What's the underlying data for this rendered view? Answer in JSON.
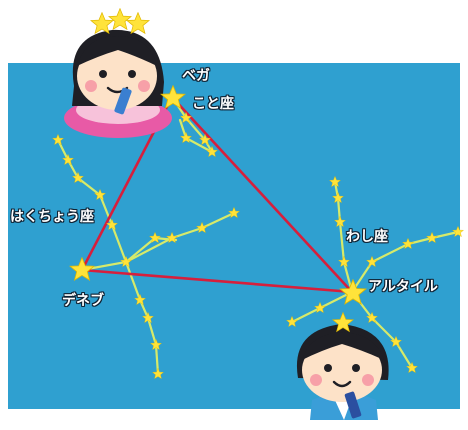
{
  "labels": {
    "vega": "ベガ",
    "lyra": "こと座",
    "cygnus": "はくちょう座",
    "deneb": "デネブ",
    "aquila": "わし座",
    "altair": "アルタイル"
  },
  "colors": {
    "sky": "#2fa0d0",
    "triangle": "#d61f3c",
    "constellation_line": "#d6ea6a",
    "star": "#ffe33a"
  },
  "characters": {
    "orihime": "orihime-character",
    "hikoboshi": "hikoboshi-character"
  }
}
